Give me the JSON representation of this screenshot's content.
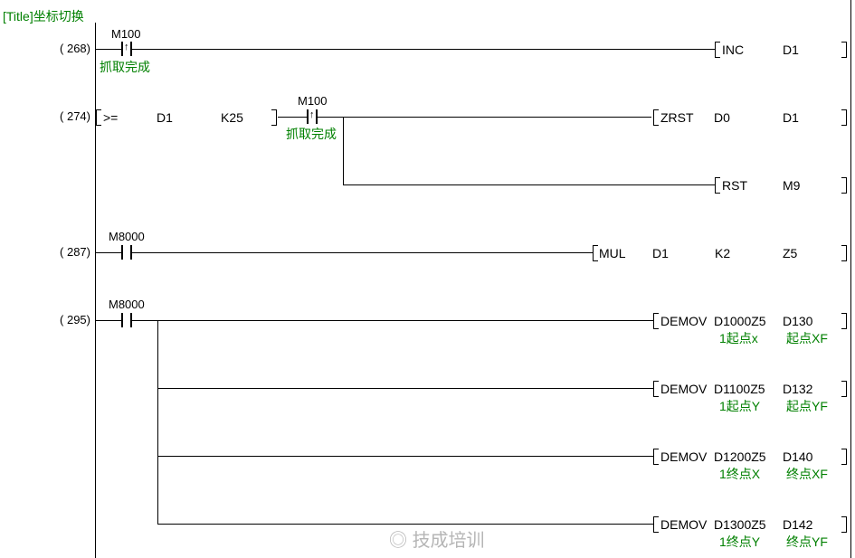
{
  "title": "[Title]坐标切换",
  "rungs": [
    {
      "step": "( 268)",
      "contact": "M100",
      "contact_comment": "抓取完成",
      "instr": [
        "INC",
        "D1"
      ]
    },
    {
      "step": "( 274)",
      "compare": [
        ">=",
        "D1",
        "K25"
      ],
      "contact": "M100",
      "contact_comment": "抓取完成",
      "instr": [
        "ZRST",
        "D0",
        "D1"
      ],
      "instr2": [
        "RST",
        "M9"
      ]
    },
    {
      "step": "( 287)",
      "contact": "M8000",
      "instr": [
        "MUL",
        "D1",
        "K2",
        "Z5"
      ]
    },
    {
      "step": "( 295)",
      "contact": "M8000",
      "outputs": [
        {
          "op": "DEMOV",
          "src": "D1000Z5",
          "dst": "D130",
          "src_c": "1起点x",
          "dst_c": "起点XF"
        },
        {
          "op": "DEMOV",
          "src": "D1100Z5",
          "dst": "D132",
          "src_c": "1起点Y",
          "dst_c": "起点YF"
        },
        {
          "op": "DEMOV",
          "src": "D1200Z5",
          "dst": "D140",
          "src_c": "1终点X",
          "dst_c": "终点XF"
        },
        {
          "op": "DEMOV",
          "src": "D1300Z5",
          "dst": "D142",
          "src_c": "1终点Y",
          "dst_c": "终点YF"
        }
      ]
    }
  ],
  "watermark": "技成培训"
}
